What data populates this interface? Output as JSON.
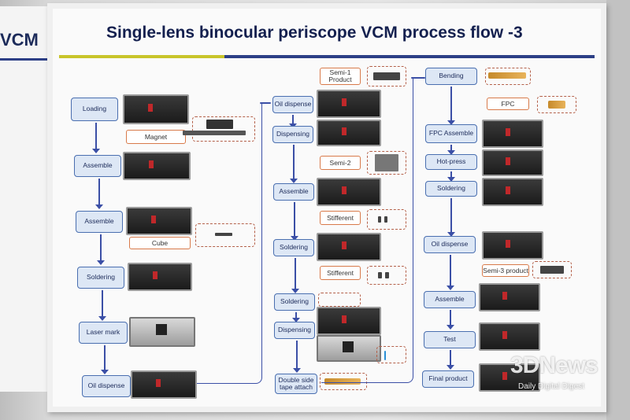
{
  "left_board": {
    "title_fragment": "VCM"
  },
  "board": {
    "title": "Single-lens binocular periscope VCM process flow -3"
  },
  "col1": {
    "steps": [
      "Loading",
      "Assemble",
      "Assemble",
      "Soldering",
      "Laser mark",
      "Oil dispense"
    ],
    "labels": [
      "Magnet",
      "Cube"
    ]
  },
  "col2": {
    "steps": [
      "Oil dispense",
      "Dispensing",
      "Assemble",
      "Soldering",
      "Soldering",
      "Dispensing",
      "Double side tape attach"
    ],
    "labels": [
      "Semi-1 Product",
      "Semi-2",
      "Stifferent",
      "Stifferent"
    ]
  },
  "col3": {
    "steps": [
      "Bending",
      "FPC Assemble",
      "Hot-press",
      "Soldering",
      "Oil dispense",
      "Assemble",
      "Test",
      "Final product"
    ],
    "labels": [
      "FPC",
      "Semi-3 product"
    ]
  },
  "watermark": {
    "logo": "3DNews",
    "tagline": "Daily Digital Digest"
  }
}
